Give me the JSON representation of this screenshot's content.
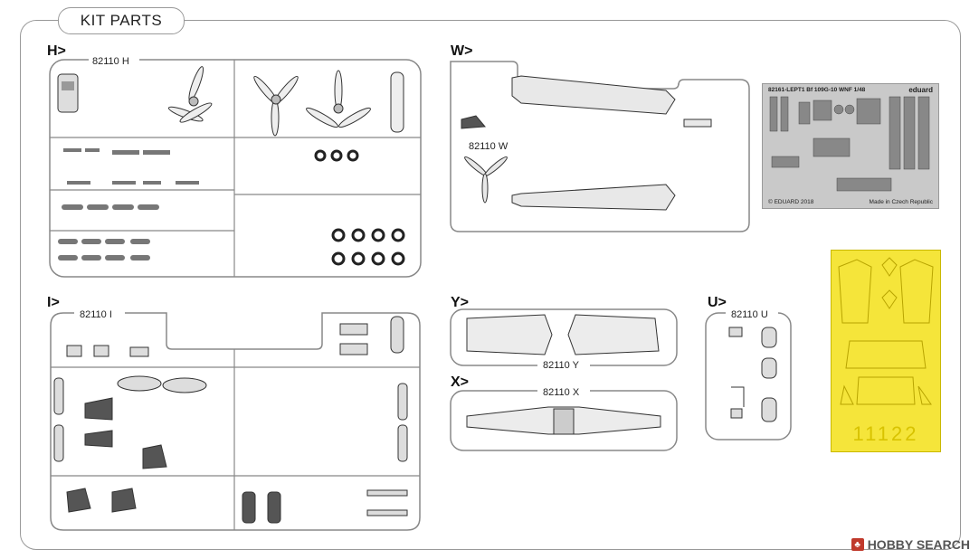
{
  "header": {
    "title": "KIT PARTS"
  },
  "sections": {
    "H": {
      "label": "H>",
      "code": "82110 H"
    },
    "W": {
      "label": "W>",
      "code": "82110 W"
    },
    "I": {
      "label": "I>",
      "code": "82110 I"
    },
    "Y": {
      "label": "Y>",
      "code": "82110 Y"
    },
    "X": {
      "label": "X>",
      "code": "82110 X"
    },
    "U": {
      "label": "U>",
      "code": "82110 U"
    }
  },
  "photoetch": {
    "title": "82161-LEPT1  Bf 109G-10 WNF   1/48",
    "brand": "eduard",
    "copyright": "© EDUARD 2018",
    "origin": "Made in Czech Republic"
  },
  "mask": {
    "number": "11122"
  },
  "watermark": {
    "text": "HOBBY SEARCH"
  },
  "colors": {
    "mask_yellow": "#f5e53a",
    "photoetch_grey": "#c9c9c9",
    "frame": "#999999"
  }
}
